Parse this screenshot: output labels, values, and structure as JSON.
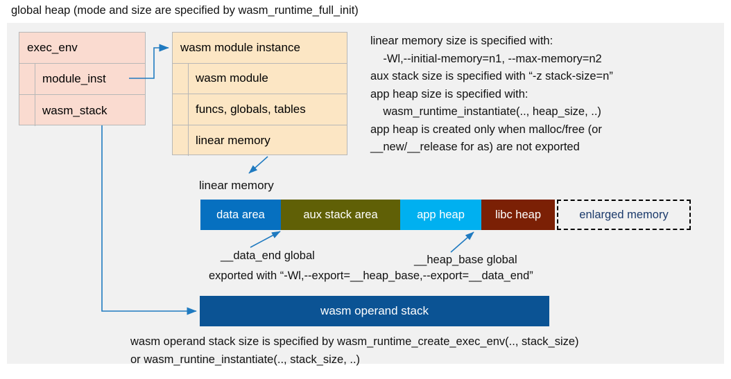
{
  "diagram": {
    "title": "global heap (mode and size are specified by wasm_runtime_full_init)",
    "accent_blue": "#1f7ac0",
    "panel_bg": "#f1f1f1"
  },
  "exec_env": {
    "rows": [
      {
        "label": "exec_env",
        "indent": false
      },
      {
        "label": "module_inst",
        "indent": true
      },
      {
        "label": "wasm_stack",
        "indent": true
      }
    ]
  },
  "module_instance": {
    "rows": [
      {
        "label": "wasm module instance",
        "indent": false
      },
      {
        "label": "wasm module",
        "indent": true
      },
      {
        "label": "funcs, globals, tables",
        "indent": true
      },
      {
        "label": "linear memory",
        "indent": true
      }
    ]
  },
  "notes_right": "linear memory size is specified with:\n    -Wl,--initial-memory=n1, --max-memory=n2\naux stack size is specified with “-z stack-size=n”\napp heap size is specified with:\n    wasm_runtime_instantiate(.., heap_size, ..)\napp heap is created only when malloc/free (or\n__new/__release for as) are not exported",
  "linear_memory": {
    "caption": "linear memory",
    "segments": [
      {
        "label": "data area",
        "color": "#0670c0",
        "width": 116
      },
      {
        "label": "aux stack area",
        "color": "#606006",
        "width": 172
      },
      {
        "label": "app heap",
        "color": "#00b0f0",
        "width": 117
      },
      {
        "label": "libc heap",
        "color": "#7b2005",
        "width": 106
      },
      {
        "label": "enlarged memory",
        "color": "#f1f1f1",
        "width": 193
      }
    ]
  },
  "annotations": {
    "data_end": "__data_end global",
    "heap_base": "__heap_base global",
    "export_note": "exported with “-Wl,--export=__heap_base,--export=__data_end”"
  },
  "operand_stack": {
    "label": "wasm operand stack",
    "color": "#0b5394"
  },
  "notes_bottom": "wasm operand stack size is specified by wasm_runtime_create_exec_env(.., stack_size)\nor wasm_runtine_instantiate(.., stack_size, ..)"
}
